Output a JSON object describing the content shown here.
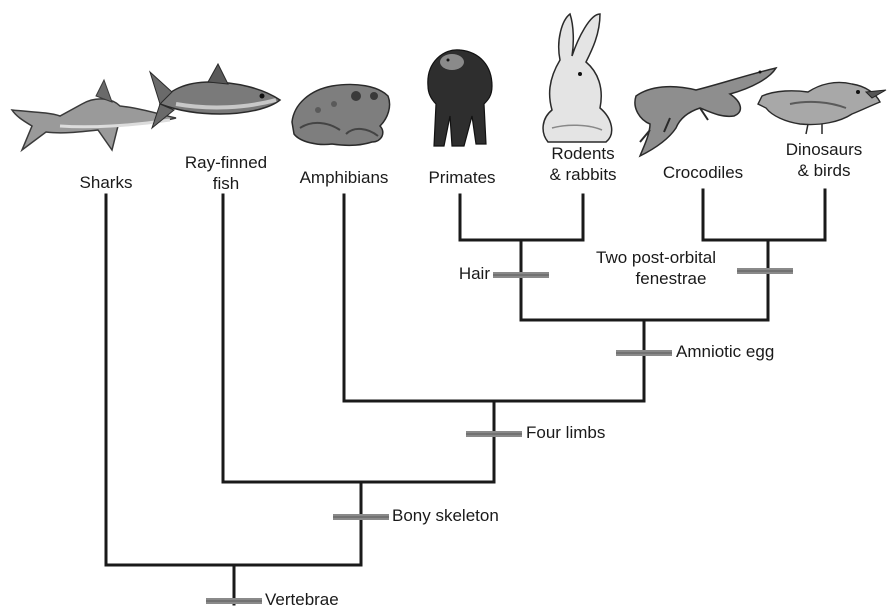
{
  "taxa": [
    {
      "id": "sharks",
      "lines": [
        "Sharks"
      ],
      "icon": "shark-icon"
    },
    {
      "id": "ray-finned-fish",
      "lines": [
        "Ray-finned",
        "fish"
      ],
      "icon": "tuna-icon"
    },
    {
      "id": "amphibians",
      "lines": [
        "Amphibians"
      ],
      "icon": "frog-icon"
    },
    {
      "id": "primates",
      "lines": [
        "Primates"
      ],
      "icon": "chimpanzee-icon"
    },
    {
      "id": "rodents-rabbits",
      "lines": [
        "Rodents",
        "& rabbits"
      ],
      "icon": "rabbit-icon"
    },
    {
      "id": "crocodiles",
      "lines": [
        "Crocodiles"
      ],
      "icon": "crocodile-icon"
    },
    {
      "id": "dinosaurs-birds",
      "lines": [
        "Dinosaurs",
        "& birds"
      ],
      "icon": "sparrow-icon"
    }
  ],
  "traits": {
    "vertebrae": "Vertebrae",
    "bony_skeleton": "Bony skeleton",
    "four_limbs": "Four limbs",
    "amniotic_egg": "Amniotic egg",
    "hair": "Hair",
    "two_post_orbital_line1": "Two post-orbital",
    "two_post_orbital_line2": "fenestrae"
  },
  "colors": {
    "line": "#1a1a1a",
    "trait_marker": "#8a8a8a",
    "animal_fill": "#9a9a9a",
    "animal_dark": "#3a3a3a"
  }
}
